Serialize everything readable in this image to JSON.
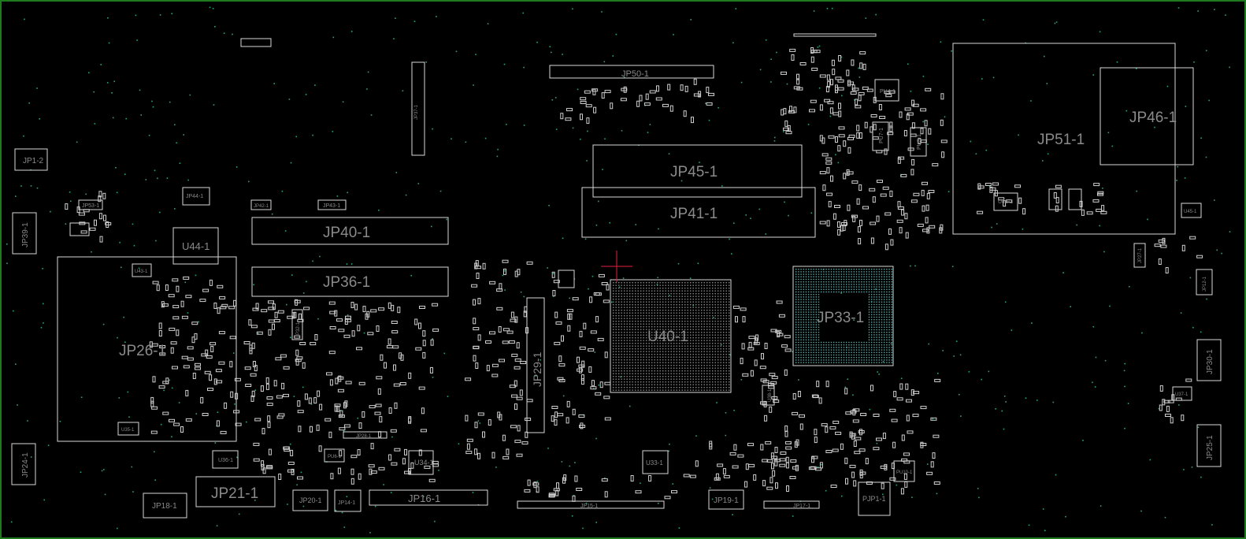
{
  "colors": {
    "background": "#000000",
    "border": "#1f7a1f",
    "outline": "#d8d8d8",
    "label": "#8a8a8a",
    "via": "#2aa37a",
    "cursor": "#e02040",
    "bga_grid": "#5fa8a8"
  },
  "labels": {
    "JP1_2": "JP1-2",
    "JP39_1": "JP39-1",
    "JP53_1": "JP53-1",
    "JP44_1": "JP44-1",
    "U44_1": "U44-1",
    "JP26_1": "JP26-1",
    "JP40_1": "JP40-1",
    "JP36_1": "JP36-1",
    "JP42_1": "JP42-1",
    "JP43_1": "JP43-1",
    "JP24_1": "JP24-1",
    "U36_1": "U36-1",
    "JP18_1": "JP18-1",
    "JP21_1": "JP21-1",
    "JP20_1": "JP20-1",
    "JP14_1": "JP14-1",
    "JP16_1": "JP16-1",
    "U34_1": "U34-1",
    "JP29_1": "JP29-1",
    "JP45_1": "JP45-1",
    "JP41_1": "JP41-1",
    "JP50_1": "JP50-1",
    "U40_1": "U40-1",
    "JP33_1": "JP33-1",
    "U33_1": "U33-1",
    "JP15_1": "JP15-1",
    "JP19_1": "JP19-1",
    "JP17_1": "JP17-1",
    "PJP1_1": "PJP1-1",
    "PU4_1": "PU4-1",
    "PU7_1": "PU7-1",
    "PU3_1": "PU3-1",
    "JP51_1": "JP51-1",
    "JP46_1": "JP46-1",
    "U46_1": "U46-1",
    "JP30_1": "JP30-1",
    "JP25_1": "JP25-1",
    "JP12_1": "JP12-1",
    "U45_1": "U45-1",
    "U43_1": "U43-1",
    "U35_1": "U35-1",
    "U37_1": "U37-1",
    "JP27_1": "JP27-1",
    "JP32_1": "JP32-1",
    "JP28_1": "JP28-1",
    "PU6_1": "PU6-1",
    "PU10_1": "PU10-1",
    "U38_1": "U38-1",
    "JP37_1": "JP37-1"
  }
}
